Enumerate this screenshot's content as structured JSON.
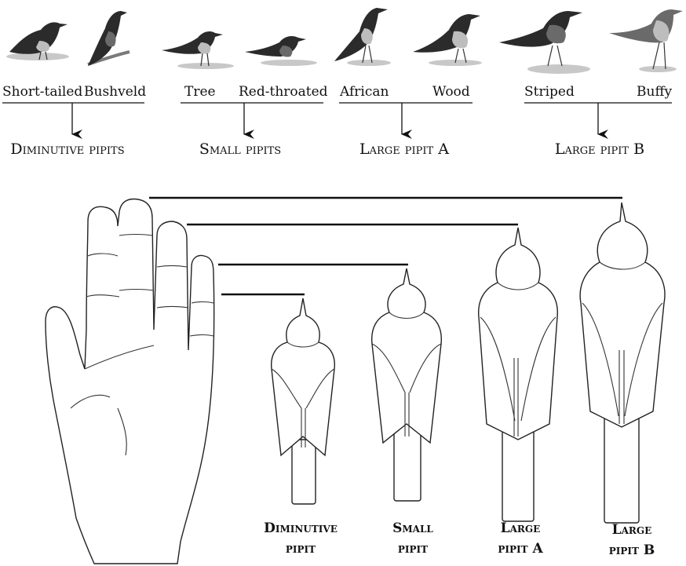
{
  "groups": [
    {
      "label": "Diminutive pipits",
      "species": [
        "Short-tailed",
        "Bushveld"
      ]
    },
    {
      "label": "Small pipits",
      "species": [
        "Tree",
        "Red-throated"
      ]
    },
    {
      "label": "Large pipit A",
      "species": [
        "African",
        "Wood"
      ]
    },
    {
      "label": "Large pipit B",
      "species": [
        "Striped",
        "Buffy"
      ]
    }
  ],
  "silhouettes": [
    {
      "line1": "Diminutive",
      "line2": "pipit"
    },
    {
      "line1": "Small",
      "line2": "pipit"
    },
    {
      "line1": "Large",
      "line2": "pipit A"
    },
    {
      "line1": "Large",
      "line2": "pipit B"
    }
  ],
  "icons": {
    "bird": "pipit-illustration",
    "arrow": "arrow-down-icon",
    "hand": "hand-outline",
    "silhouette": "pipit-back-silhouette"
  }
}
